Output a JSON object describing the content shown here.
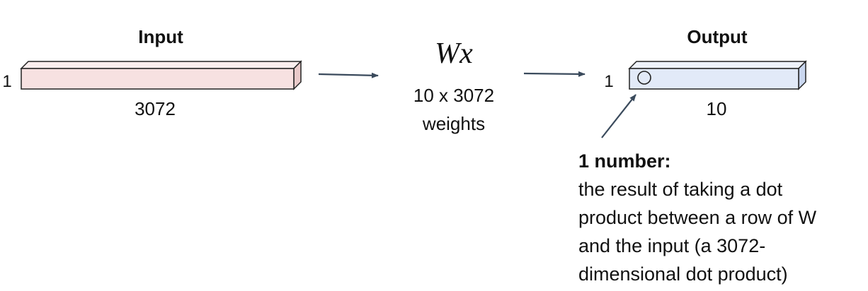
{
  "input": {
    "title": "Input",
    "height_label": "1",
    "width_label": "3072",
    "fill_color": "#f7e1e1"
  },
  "weights": {
    "symbol": "Wx",
    "line1": "10 x 3072",
    "line2": "weights"
  },
  "output": {
    "title": "Output",
    "height_label": "1",
    "width_label": "10",
    "fill_color": "#e2eaf8"
  },
  "annotation": {
    "heading": "1 number:",
    "lines": [
      "the result of taking a dot",
      "product between a row of W",
      "and the input (a 3072-",
      "dimensional dot product)"
    ]
  },
  "colors": {
    "arrow": "#3a4a5c",
    "outline": "#222222"
  }
}
